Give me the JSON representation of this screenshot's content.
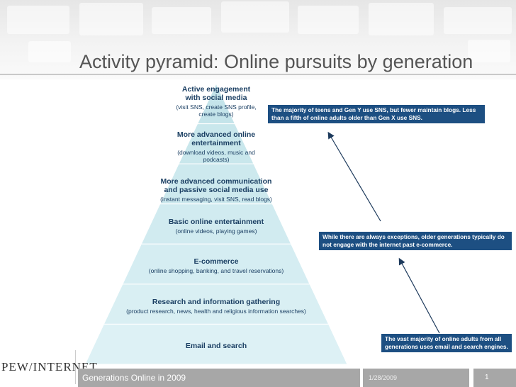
{
  "slide": {
    "title": "Activity pyramid: Online pursuits by generation",
    "footer_left": "Generations Online in 2009",
    "footer_date": "1/28/2009",
    "page_number": "1",
    "logo_text": "PEW/INTERNET"
  },
  "colors": {
    "pyramid_fill": "#cce9ee",
    "pyramid_stroke": "#ffffff",
    "level_text": "#1b3f63",
    "note_box": "#1d4f82",
    "arrow": "#1d3a5c"
  },
  "pyramid": {
    "levels": [
      {
        "title_lines": [
          "Active engagement",
          "with social media"
        ],
        "detail_lines": [
          "(visit SNS, create SNS profile,",
          "create blogs)"
        ]
      },
      {
        "title_lines": [
          "More advanced online",
          "entertainment"
        ],
        "detail_lines": [
          "(download videos, music and",
          "podcasts)"
        ]
      },
      {
        "title_lines": [
          "More advanced communication",
          "and passive social media use"
        ],
        "detail_lines": [
          "(instant messaging, visit SNS, read blogs)"
        ]
      },
      {
        "title_lines": [
          "Basic online entertainment"
        ],
        "detail_lines": [
          "(online videos, playing games)"
        ]
      },
      {
        "title_lines": [
          "E-commerce"
        ],
        "detail_lines": [
          "(online shopping, banking, and travel reservations)"
        ]
      },
      {
        "title_lines": [
          "Research and information gathering"
        ],
        "detail_lines": [
          "(product research, news, health and religious information searches)"
        ]
      },
      {
        "title_lines": [
          "Email and search"
        ],
        "detail_lines": []
      }
    ]
  },
  "notes": {
    "top": "The majority of teens and Gen Y use SNS, but fewer maintain blogs. Less than a fifth of online adults older than Gen X use SNS.",
    "middle": "While there are always exceptions, older generations typically do not engage with the internet past e-commerce.",
    "bottom": "The vast majority of online adults from all generations uses email and search engines."
  }
}
